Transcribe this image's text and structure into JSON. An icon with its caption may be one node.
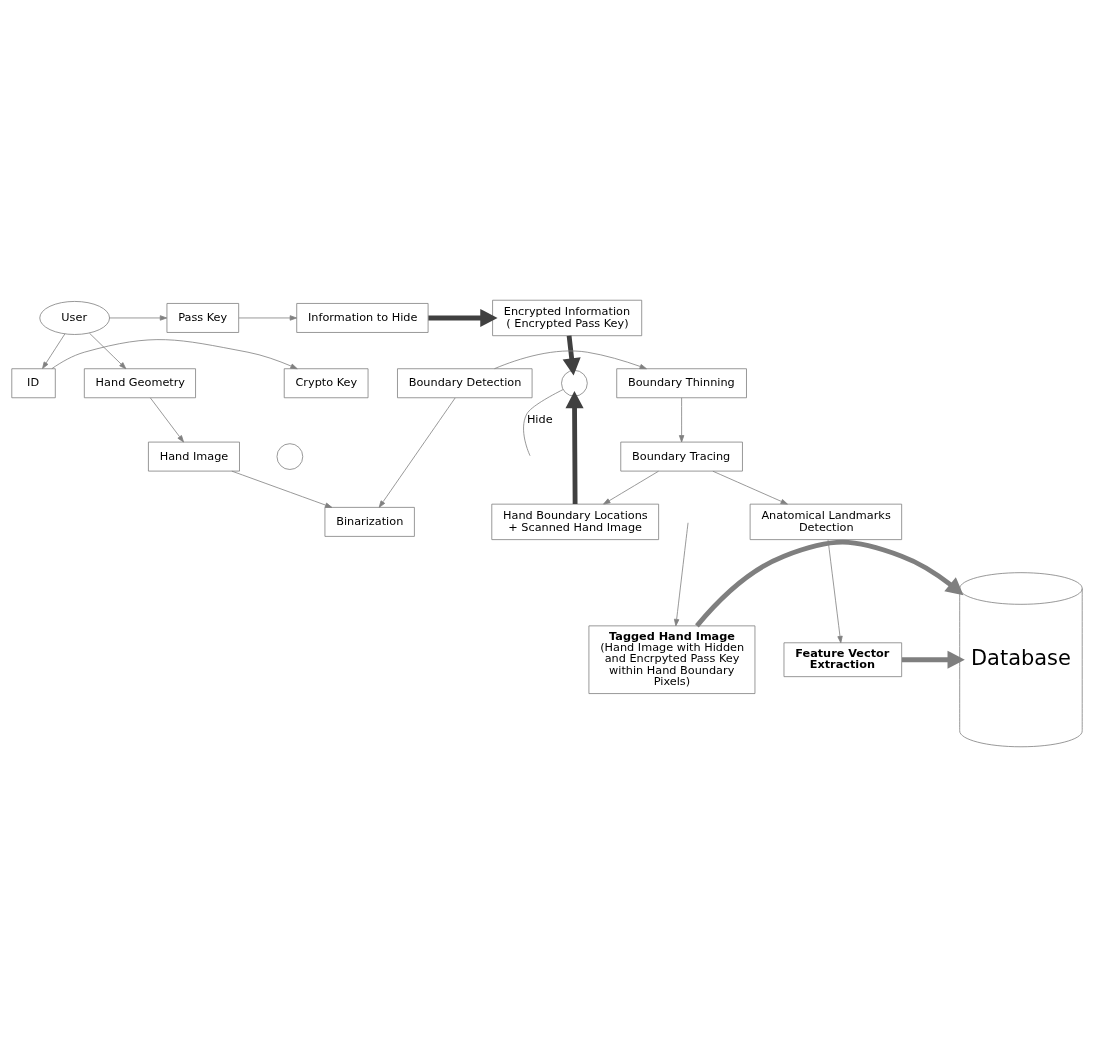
{
  "diagram": {
    "nodes": [
      {
        "text": [
          "User"
        ]
      },
      {
        "text": [
          "ID"
        ]
      },
      {
        "text": [
          "Crypto Key"
        ]
      },
      {
        "text": [],
        "shape": "circle"
      },
      {
        "text": [
          "Pass Key"
        ]
      },
      {
        "text": [
          "Information to Hide"
        ]
      },
      {
        "text": [
          "Encrypted Information",
          "( Encrypted Pass Key)"
        ]
      },
      {
        "text": [
          "Hand Geometry"
        ]
      },
      {
        "text": [
          "Boundary Detection"
        ]
      },
      {
        "text": [
          "Boundary Thinning"
        ]
      },
      {
        "text": [],
        "shape": "circle"
      },
      {
        "text": [
          "Hand Image"
        ]
      },
      {
        "text": [
          "Binarization"
        ]
      },
      {
        "text": [
          "Boundary Tracing"
        ]
      },
      {
        "text": [
          "Anatomical Landmarks Detection"
        ]
      },
      {
        "text": [
          "Hand Boundary Locations + Scanned Hand Image"
        ]
      },
      {
        "text": [
          "Database"
        ]
      },
      {
        "text": [
          "Feature Vector Extraction"
        ]
      },
      {
        "text": [
          "Tagged Hand Image",
          "(Hand Image with Hidden and Encrpyted Pass Key within Hand Boundary Pixels)"
        ]
      }
    ],
    "edges": [
      {
        "from": 0,
        "to": 1,
        "arrow": "to"
      },
      {
        "from": 0,
        "to": 4,
        "arrow": "to"
      },
      {
        "from": 0,
        "to": 7,
        "arrow": "to"
      },
      {
        "from": 1,
        "to": 2,
        "arrow": "to"
      },
      {
        "from": 4,
        "to": 5,
        "arrow": "to"
      },
      {
        "from": 5,
        "to": 6,
        "arrow": "to",
        "style": "thick"
      },
      {
        "from": 6,
        "to": 10,
        "arrow": "to",
        "style": "thick"
      },
      {
        "from": 15,
        "to": 10,
        "arrow": "to",
        "style": "thick"
      },
      {
        "from": 10,
        "to": null,
        "arrow": "none",
        "label": "Hide"
      },
      {
        "from": 7,
        "to": 11,
        "arrow": "to"
      },
      {
        "from": 11,
        "to": 12,
        "arrow": "to"
      },
      {
        "from": 8,
        "to": 12,
        "arrow": "to"
      },
      {
        "from": 8,
        "to": 9,
        "arrow": "to"
      },
      {
        "from": 9,
        "to": 13,
        "arrow": "to"
      },
      {
        "from": 13,
        "to": 14,
        "arrow": "to"
      },
      {
        "from": 13,
        "to": 15,
        "arrow": "to"
      },
      {
        "from": 14,
        "to": 17,
        "arrow": "to"
      },
      {
        "from": 17,
        "to": 16,
        "arrow": "to",
        "style": "thick",
        "color": "#7f7f7f"
      },
      {
        "from": 18,
        "to": 16,
        "arrow": "to",
        "style": "thick",
        "color": "#7f7f7f"
      },
      {
        "from": null,
        "to": 18,
        "arrow": "to"
      }
    ]
  }
}
